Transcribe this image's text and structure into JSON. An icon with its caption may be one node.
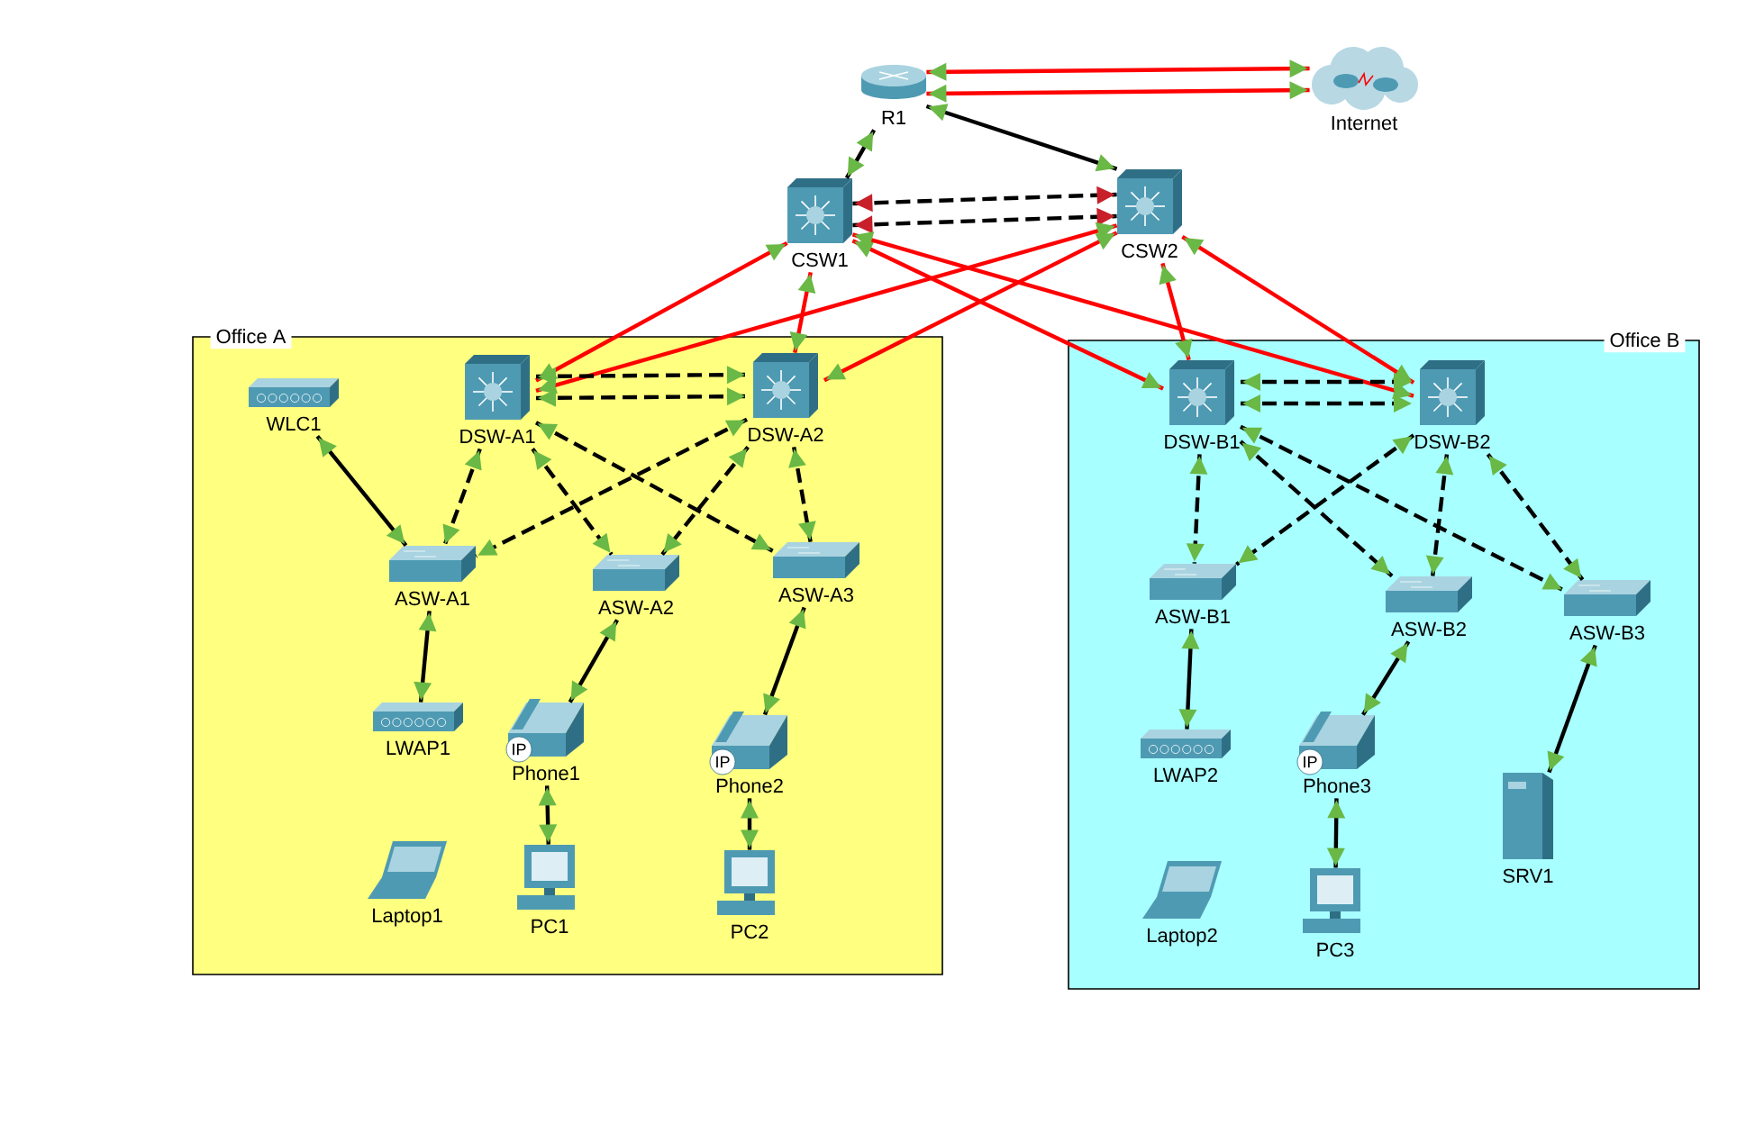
{
  "diagram": {
    "nodes": [
      {
        "text": [
          "Office A"
        ]
      },
      {
        "text": [
          "Office B"
        ]
      },
      {
        "text": [
          "R1"
        ]
      },
      {
        "text": [
          "Internet"
        ]
      },
      {
        "text": [
          "CSW1"
        ]
      },
      {
        "text": [
          "CSW2"
        ]
      },
      {
        "text": [
          "WLC1"
        ],
        "in": 0
      },
      {
        "text": [
          "DSW-A1"
        ],
        "in": 0
      },
      {
        "text": [
          "DSW-A2"
        ],
        "in": 0
      },
      {
        "text": [
          "ASW-A1"
        ],
        "in": 0
      },
      {
        "text": [
          "ASW-A2"
        ],
        "in": 0
      },
      {
        "text": [
          "ASW-A3"
        ],
        "in": 0
      },
      {
        "text": [
          "LWAP1"
        ],
        "in": 0
      },
      {
        "text": [
          "IP",
          "Phone1"
        ],
        "in": 0
      },
      {
        "text": [
          "IP",
          "Phone2"
        ],
        "in": 0
      },
      {
        "text": [
          "Laptop1"
        ],
        "in": 0
      },
      {
        "text": [
          "PC1"
        ],
        "in": 0
      },
      {
        "text": [
          "PC2"
        ],
        "in": 0
      },
      {
        "text": [
          "DSW-B1"
        ],
        "in": 1
      },
      {
        "text": [
          "DSW-B2"
        ],
        "in": 1
      },
      {
        "text": [
          "ASW-B1"
        ],
        "in": 1
      },
      {
        "text": [
          "ASW-B2"
        ],
        "in": 1
      },
      {
        "text": [
          "ASW-B3"
        ],
        "in": 1
      },
      {
        "text": [
          "LWAP2"
        ],
        "in": 1
      },
      {
        "text": [
          "IP",
          "Phone3"
        ],
        "in": 1
      },
      {
        "text": [
          "SRV1"
        ],
        "in": 1
      },
      {
        "text": [
          "Laptop2"
        ],
        "in": 1
      },
      {
        "text": [
          "PC3"
        ],
        "in": 1
      }
    ],
    "edges": [
      {
        "from": 2,
        "to": 3,
        "arrow": "both",
        "color": "#ff0000"
      },
      {
        "from": 2,
        "to": 3,
        "arrow": "both",
        "color": "#ff0000"
      },
      {
        "from": 2,
        "to": 4,
        "arrow": "both"
      },
      {
        "from": 2,
        "to": 5,
        "arrow": "both"
      },
      {
        "from": 4,
        "to": 5,
        "arrow": "both",
        "style": "dashed"
      },
      {
        "from": 4,
        "to": 5,
        "arrow": "both",
        "style": "dashed"
      },
      {
        "from": 4,
        "to": 7,
        "arrow": "both",
        "color": "#ff0000"
      },
      {
        "from": 4,
        "to": 8,
        "arrow": "both",
        "color": "#ff0000"
      },
      {
        "from": 4,
        "to": 18,
        "arrow": "both",
        "color": "#ff0000"
      },
      {
        "from": 4,
        "to": 19,
        "arrow": "both",
        "color": "#ff0000"
      },
      {
        "from": 5,
        "to": 7,
        "arrow": "both",
        "color": "#ff0000"
      },
      {
        "from": 5,
        "to": 8,
        "arrow": "both",
        "color": "#ff0000"
      },
      {
        "from": 5,
        "to": 18,
        "arrow": "both",
        "color": "#ff0000"
      },
      {
        "from": 5,
        "to": 19,
        "arrow": "both",
        "color": "#ff0000"
      },
      {
        "from": 7,
        "to": 8,
        "arrow": "both",
        "style": "dashed"
      },
      {
        "from": 7,
        "to": 8,
        "arrow": "both",
        "style": "dashed"
      },
      {
        "from": 6,
        "to": 9,
        "arrow": "both"
      },
      {
        "from": 7,
        "to": 9,
        "arrow": "both",
        "style": "dashed"
      },
      {
        "from": 7,
        "to": 10,
        "arrow": "both",
        "style": "dashed"
      },
      {
        "from": 7,
        "to": 11,
        "arrow": "both",
        "style": "dashed"
      },
      {
        "from": 8,
        "to": 9,
        "arrow": "both",
        "style": "dashed"
      },
      {
        "from": 8,
        "to": 10,
        "arrow": "both",
        "style": "dashed"
      },
      {
        "from": 8,
        "to": 11,
        "arrow": "both",
        "style": "dashed"
      },
      {
        "from": 9,
        "to": 12,
        "arrow": "both"
      },
      {
        "from": 10,
        "to": 13,
        "arrow": "both"
      },
      {
        "from": 11,
        "to": 14,
        "arrow": "both"
      },
      {
        "from": 13,
        "to": 16,
        "arrow": "both"
      },
      {
        "from": 14,
        "to": 17,
        "arrow": "both"
      },
      {
        "from": 18,
        "to": 19,
        "arrow": "both",
        "style": "dashed"
      },
      {
        "from": 18,
        "to": 19,
        "arrow": "both",
        "style": "dashed"
      },
      {
        "from": 18,
        "to": 20,
        "arrow": "both",
        "style": "dashed"
      },
      {
        "from": 18,
        "to": 21,
        "arrow": "both",
        "style": "dashed"
      },
      {
        "from": 18,
        "to": 22,
        "arrow": "both",
        "style": "dashed"
      },
      {
        "from": 19,
        "to": 20,
        "arrow": "both",
        "style": "dashed"
      },
      {
        "from": 19,
        "to": 21,
        "arrow": "both",
        "style": "dashed"
      },
      {
        "from": 19,
        "to": 22,
        "arrow": "both",
        "style": "dashed"
      },
      {
        "from": 20,
        "to": 23,
        "arrow": "both"
      },
      {
        "from": 21,
        "to": 24,
        "arrow": "both"
      },
      {
        "from": 22,
        "to": 25,
        "arrow": "both"
      },
      {
        "from": 24,
        "to": 27,
        "arrow": "both"
      }
    ]
  }
}
